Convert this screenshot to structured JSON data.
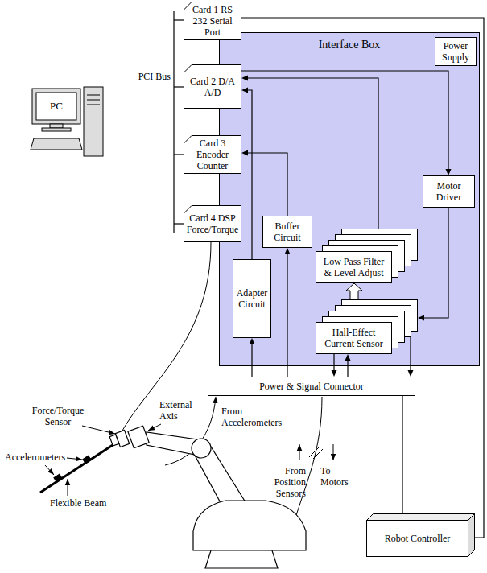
{
  "diagram": {
    "nodes": [
      {
        "text": [
          "Card 1 RS 232 Serial Port"
        ]
      },
      {
        "text": [
          "Interface Box"
        ]
      },
      {
        "text": [
          "Power Supply"
        ],
        "in": 1
      },
      {
        "text": [
          "PC"
        ]
      },
      {
        "text": [
          "Card 2 D/A A/D"
        ]
      },
      {
        "text": [
          "Card 3 Encoder Counter"
        ]
      },
      {
        "text": [
          "Card 4 DSP Force/Torque"
        ]
      },
      {
        "text": [
          "Motor Driver"
        ],
        "in": 1
      },
      {
        "text": [
          "Buffer Circuit"
        ],
        "in": 1
      },
      {
        "text": [
          "Low Pass Filter & Level Adjust"
        ],
        "in": 1
      },
      {
        "text": [
          "Adapter Circuit"
        ],
        "in": 1
      },
      {
        "text": [
          "Hall-Effect Current Sensor"
        ],
        "in": 1
      },
      {
        "text": [
          "Power & Signal Connector"
        ]
      },
      {
        "text": [
          "Robot Controller"
        ]
      }
    ],
    "edges": [
      {
        "from": 0,
        "to": 13,
        "arrow": "none"
      },
      {
        "from": 4,
        "to": 7,
        "arrow": "to"
      },
      {
        "from": 9,
        "to": 4,
        "arrow": "to"
      },
      {
        "from": 10,
        "to": 4,
        "arrow": "to"
      },
      {
        "from": 8,
        "to": 5,
        "arrow": "to"
      },
      {
        "from": 7,
        "to": 11,
        "arrow": "to"
      },
      {
        "from": 11,
        "to": 9,
        "arrow": "to"
      },
      {
        "from": 11,
        "to": 12,
        "arrow": "to"
      },
      {
        "from": 12,
        "to": 11,
        "arrow": "to"
      },
      {
        "from": 11,
        "to": 12,
        "arrow": "to"
      },
      {
        "from": 12,
        "to": 8,
        "arrow": "to"
      },
      {
        "from": 12,
        "to": 10,
        "arrow": "to"
      },
      {
        "from": 12,
        "to": 13,
        "arrow": "none"
      }
    ],
    "labels": [
      "PCI Bus",
      "Force/Torque Sensor",
      "External Axis",
      "Accelerometers",
      "Flexible Beam",
      "From Accelerometers",
      "From Position Sensors",
      "To Motors"
    ]
  }
}
